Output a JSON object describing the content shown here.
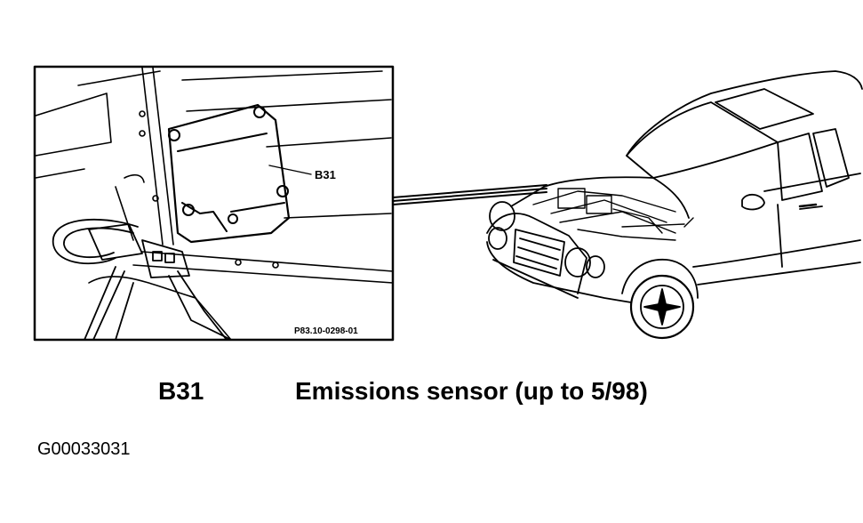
{
  "inset": {
    "component_label": "B31",
    "reference_code": "P83.10-0298-01"
  },
  "legend": {
    "code": "B31",
    "description": "Emissions sensor (up to 5/98)"
  },
  "figure_id": "G00033031"
}
